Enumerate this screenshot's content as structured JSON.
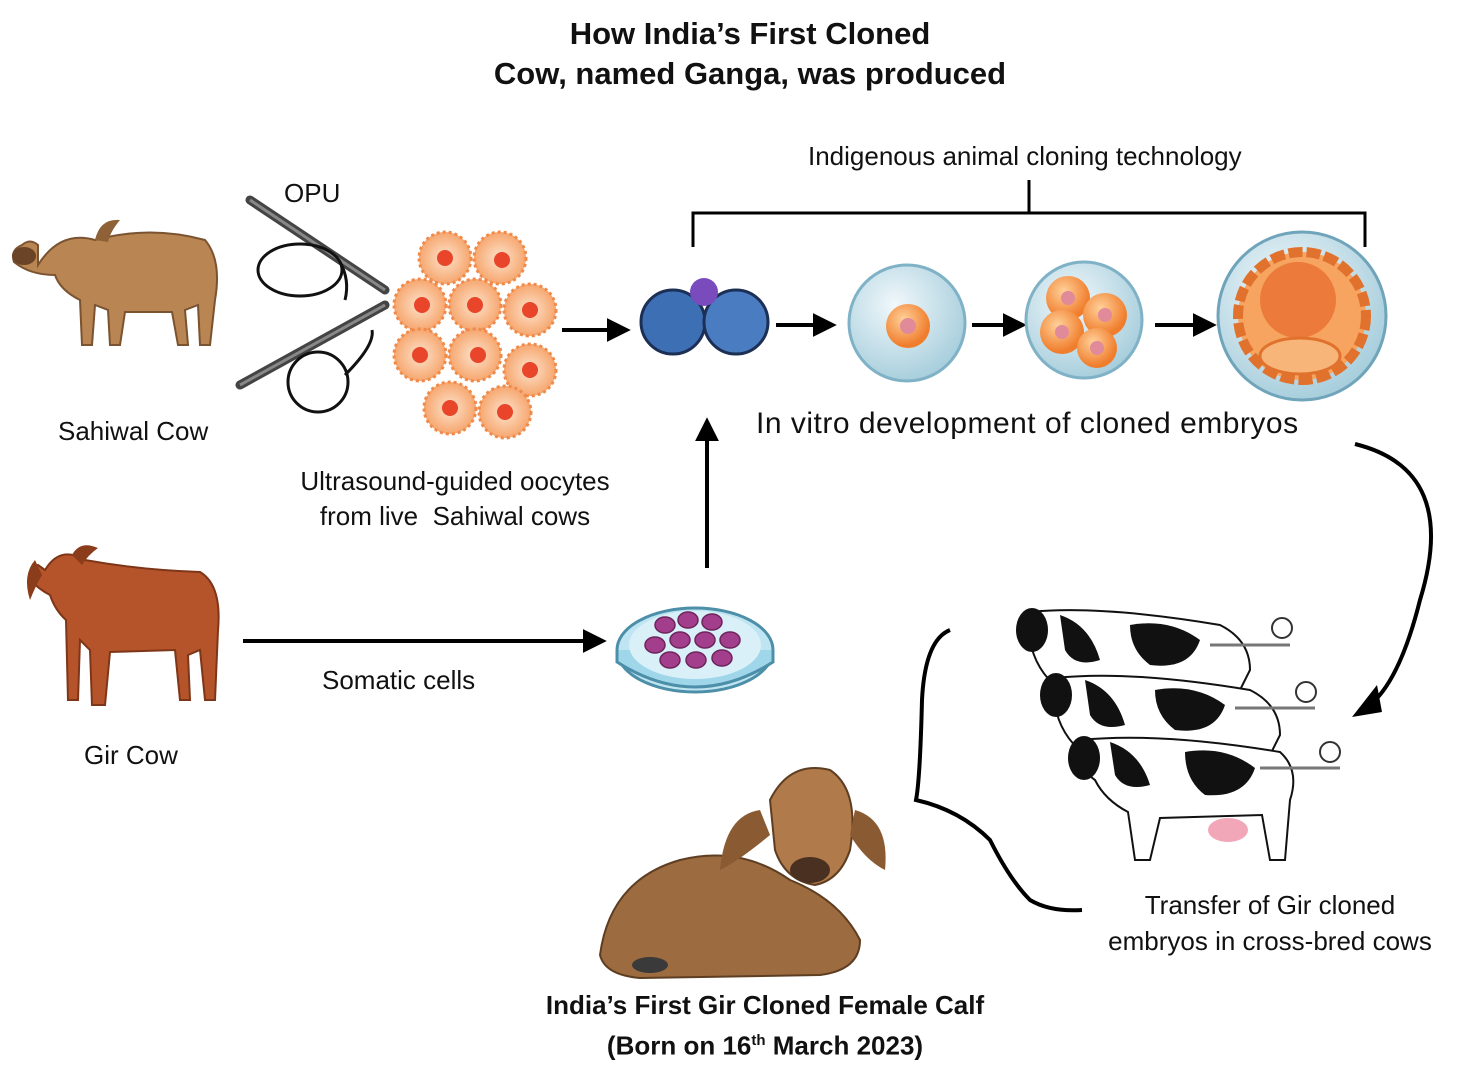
{
  "title": {
    "line1": "How India’s First Cloned",
    "line2": "Cow, named Ganga, was produced"
  },
  "labels": {
    "opu": "OPU",
    "sahiwal_cow": "Sahiwal Cow",
    "gir_cow": "Gir Cow",
    "oocytes_line1": "Ultrasound-guided oocytes",
    "oocytes_line2": "from live  Sahiwal cows",
    "technology": "Indigenous animal cloning technology",
    "in_vitro": "In vitro development of cloned embryos",
    "somatic": "Somatic cells",
    "transfer_line1": "Transfer of Gir cloned",
    "transfer_line2": "embryos in cross-bred cows",
    "calf_line1": "India’s First Gir Cloned Female Calf",
    "calf_line2_pre": "(Born on 16",
    "calf_line2_sup": "th",
    "calf_line2_post": " March 2023)"
  },
  "colors": {
    "sahiwal": "#b98552",
    "gir": "#b5542a",
    "calf": "#9c6b3f",
    "oocyte": "#f7b07a",
    "oocyte_nucleus": "#e8452a",
    "fusion_cell": "#3d6fb5",
    "polar_body": "#7a4bbd",
    "embryo_shell": "#cde6ee",
    "embryo_cell": "#f39a4c",
    "somatic_cell": "#a23e8c",
    "dish": "#9fd6ea"
  },
  "icons": [
    "cow-icon",
    "opu-needle-icon",
    "oocyte-icon",
    "embryo-icon",
    "petri-dish-icon",
    "holstein-cow-icon",
    "calf-icon",
    "arrow-icon",
    "brace-icon"
  ]
}
